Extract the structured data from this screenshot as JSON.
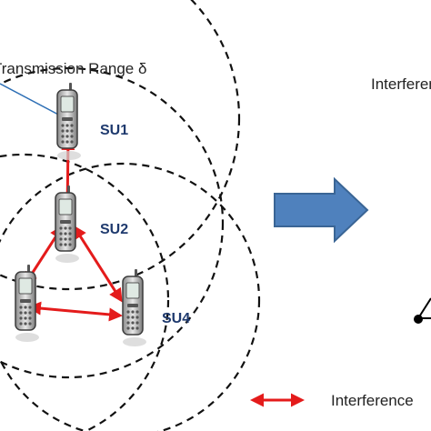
{
  "labels": {
    "transmission_range": "Transmission Range δ",
    "interference_heading": "Interference",
    "legend_text": "Interference"
  },
  "nodes": [
    {
      "id": "SU1",
      "label": "SU1"
    },
    {
      "id": "SU2",
      "label": "SU2"
    },
    {
      "id": "SU4",
      "label": "SU4"
    }
  ],
  "colors": {
    "interference_arrow": "#e41b1b",
    "range_circle": "#111111",
    "big_arrow_fill": "#4f81bd",
    "big_arrow_stroke": "#3a6595",
    "su_label": "#1f3a6e",
    "pointer_line": "#2e6fb5"
  },
  "icons": {
    "device": "mobile-phone-icon",
    "transition_arrow": "right-arrow-icon",
    "legend_arrow": "double-arrow-icon"
  }
}
